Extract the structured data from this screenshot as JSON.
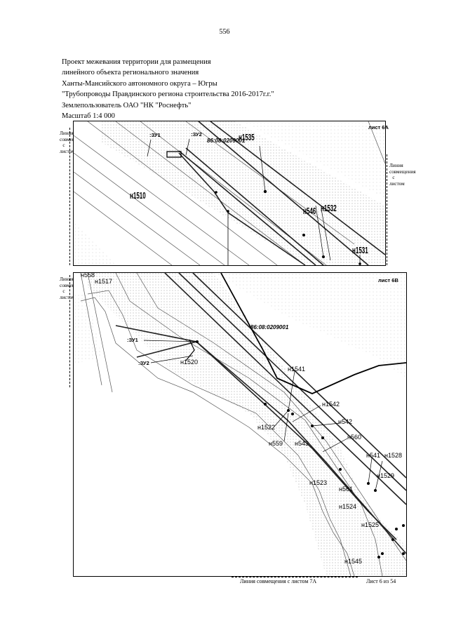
{
  "page_number": "556",
  "header": {
    "line1": "Проект межевания территории для размещения",
    "line2": "линейного объекта регионального значения",
    "line3": "Ханты-Мансийского автономного округа – Югры",
    "line4": "\"Трубопроводы Правдинского региона строительства 2016-2017г.г.\"",
    "line5": "Землепользователь ОАО \"НК \"Роснефть\"",
    "line6": "Масштаб 1:4 000"
  },
  "side_note": "Линия совмещения с листом",
  "map_a": {
    "sheet": "лист 6А",
    "cadastral": "86:08:0209001",
    "zu1": ":ЗУ1",
    "zu2": ":ЗУ2",
    "points": [
      "н1535",
      "н1510",
      "н546",
      "н1532",
      "н1531"
    ]
  },
  "map_b": {
    "sheet": "лист 6В",
    "cadastral": "86:08:0209001",
    "zu1": ":ЗУ1",
    "zu2": ":ЗУ2",
    "points": [
      "н558",
      "н1517",
      "н1520",
      "н1541",
      "н1542",
      "н542",
      "н1522",
      "н559",
      "н543",
      "н560",
      "н541",
      "н1528",
      "н1529",
      "н1523",
      "н561",
      "н1524",
      "н1525",
      "н1545"
    ]
  },
  "footer": {
    "join_line": "Линия совмещения с листом 7А",
    "sheet_of": "Лист 6 из 54"
  },
  "colors": {
    "ink": "#000000",
    "stipple": "#8a8a8a",
    "paper": "#ffffff"
  }
}
